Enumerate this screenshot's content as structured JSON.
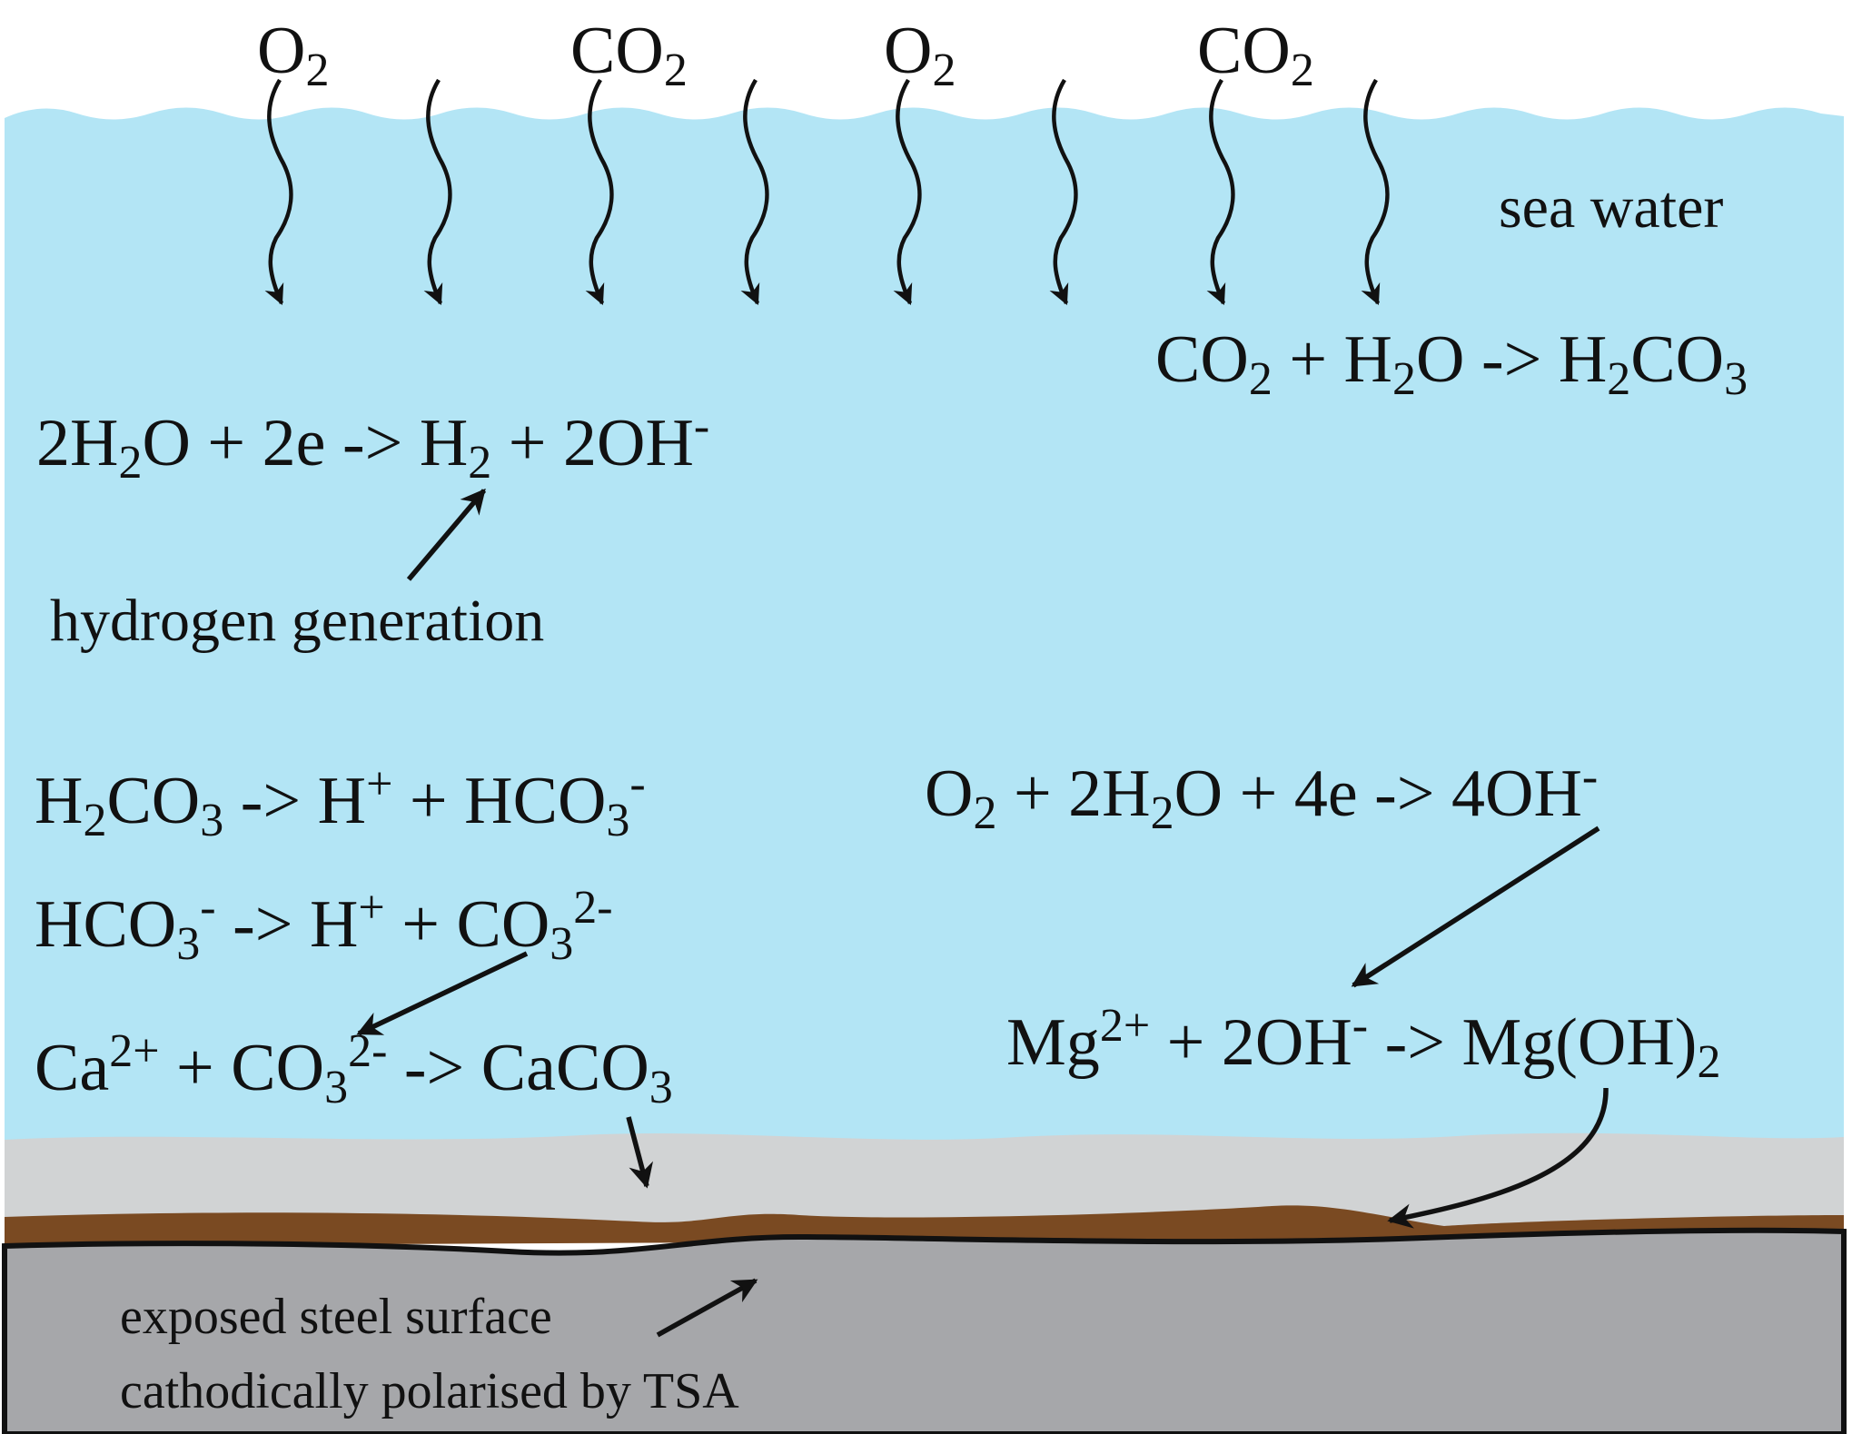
{
  "colors": {
    "sea_water": "#b3e5f5",
    "calcareous_deposit": "#d1d3d4",
    "rust_layer": "#7a4a22",
    "steel": "#a6a7aa",
    "ink": "#111111"
  },
  "surface_gases": [
    {
      "base": "O",
      "sub": "2"
    },
    {
      "base": "CO",
      "sub": "2"
    },
    {
      "base": "O",
      "sub": "2"
    },
    {
      "base": "CO",
      "sub": "2"
    }
  ],
  "labels": {
    "sea_water": "sea water",
    "hydrogen_generation": "hydrogen generation",
    "steel_line1": "exposed steel surface",
    "steel_line2": "cathodically polarised by TSA"
  },
  "equations": {
    "carbonic": {
      "p1": "CO",
      "s1": "2",
      "p2": " + H",
      "s2": "2",
      "p3": "O -> H",
      "s3": "2",
      "p4": "CO",
      "s4": "3"
    },
    "hydrogen": {
      "p1": "2H",
      "s1": "2",
      "p2": "O + 2e -> H",
      "s2": "2",
      "p3": " + 2OH",
      "sup1": "-"
    },
    "bicarbonate": {
      "p1": "H",
      "s1": "2",
      "p2": "CO",
      "s2": "3",
      "p3": " -> H",
      "sup1": "+",
      "p4": " + HCO",
      "s3": "3",
      "sup2": "-"
    },
    "carbonate": {
      "p1": "HCO",
      "s1": "3",
      "sup1": "-",
      "p2": " -> H",
      "sup2": "+",
      "p3": " + CO",
      "s2": "3",
      "sup3": "2-"
    },
    "calcium": {
      "p1": "Ca",
      "sup1": "2+",
      "p2": " + CO",
      "s1": "3",
      "sup2": "2-",
      "p3": " -> CaCO",
      "s2": "3"
    },
    "oxygen": {
      "p1": "O",
      "s1": "2",
      "p2": " + 2H",
      "s2": "2",
      "p3": "O + 4e -> 4OH",
      "sup1": "-"
    },
    "magnesium": {
      "p1": "Mg",
      "sup1": "2+",
      "p2": " + 2OH",
      "sup2": "-",
      "p3": " -> Mg(OH)",
      "s1": "2"
    }
  }
}
